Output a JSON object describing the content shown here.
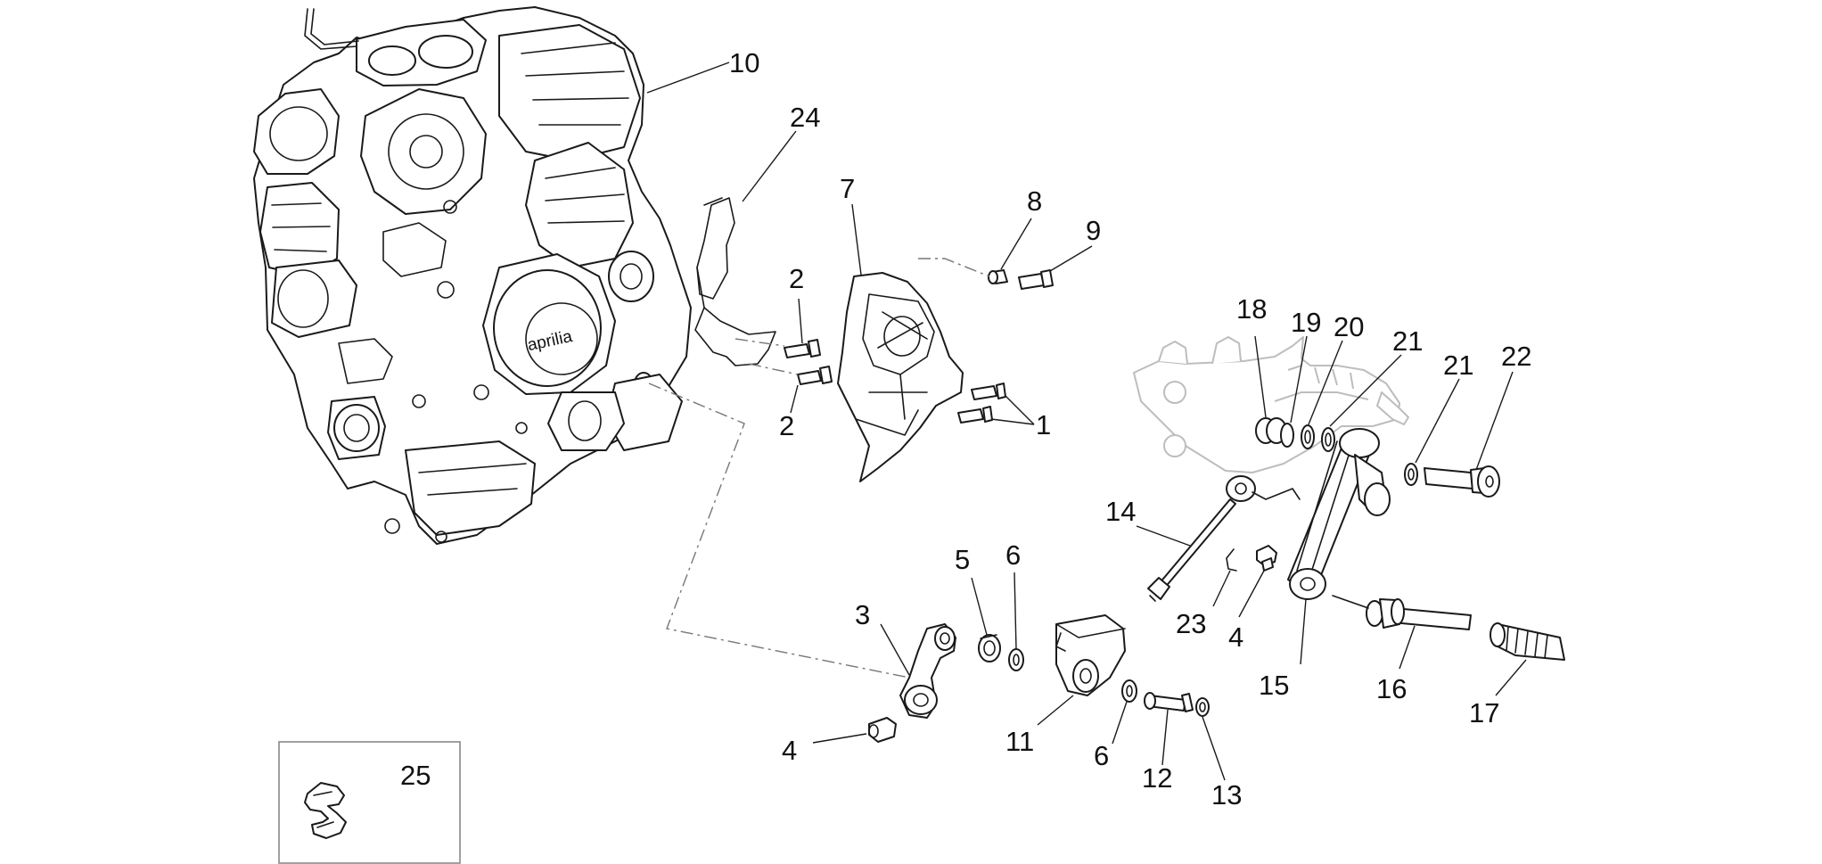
{
  "diagram": {
    "callouts": [
      {
        "id": "c10",
        "text": "10"
      },
      {
        "id": "c24",
        "text": "24"
      },
      {
        "id": "c7",
        "text": "7"
      },
      {
        "id": "c8",
        "text": "8"
      },
      {
        "id": "c9",
        "text": "9"
      },
      {
        "id": "c2a",
        "text": "2"
      },
      {
        "id": "c2b",
        "text": "2"
      },
      {
        "id": "c1",
        "text": "1"
      },
      {
        "id": "c18",
        "text": "18"
      },
      {
        "id": "c19",
        "text": "19"
      },
      {
        "id": "c20",
        "text": "20"
      },
      {
        "id": "c21a",
        "text": "21"
      },
      {
        "id": "c21b",
        "text": "21"
      },
      {
        "id": "c22",
        "text": "22"
      },
      {
        "id": "c14",
        "text": "14"
      },
      {
        "id": "c5",
        "text": "5"
      },
      {
        "id": "c6a",
        "text": "6"
      },
      {
        "id": "c3",
        "text": "3"
      },
      {
        "id": "c4a",
        "text": "4"
      },
      {
        "id": "c11",
        "text": "11"
      },
      {
        "id": "c6b",
        "text": "6"
      },
      {
        "id": "c12",
        "text": "12"
      },
      {
        "id": "c13",
        "text": "13"
      },
      {
        "id": "c23",
        "text": "23"
      },
      {
        "id": "c4b",
        "text": "4"
      },
      {
        "id": "c15",
        "text": "15"
      },
      {
        "id": "c16",
        "text": "16"
      },
      {
        "id": "c17",
        "text": "17"
      },
      {
        "id": "c25",
        "text": "25"
      }
    ],
    "engine_brand": "aprilia"
  }
}
